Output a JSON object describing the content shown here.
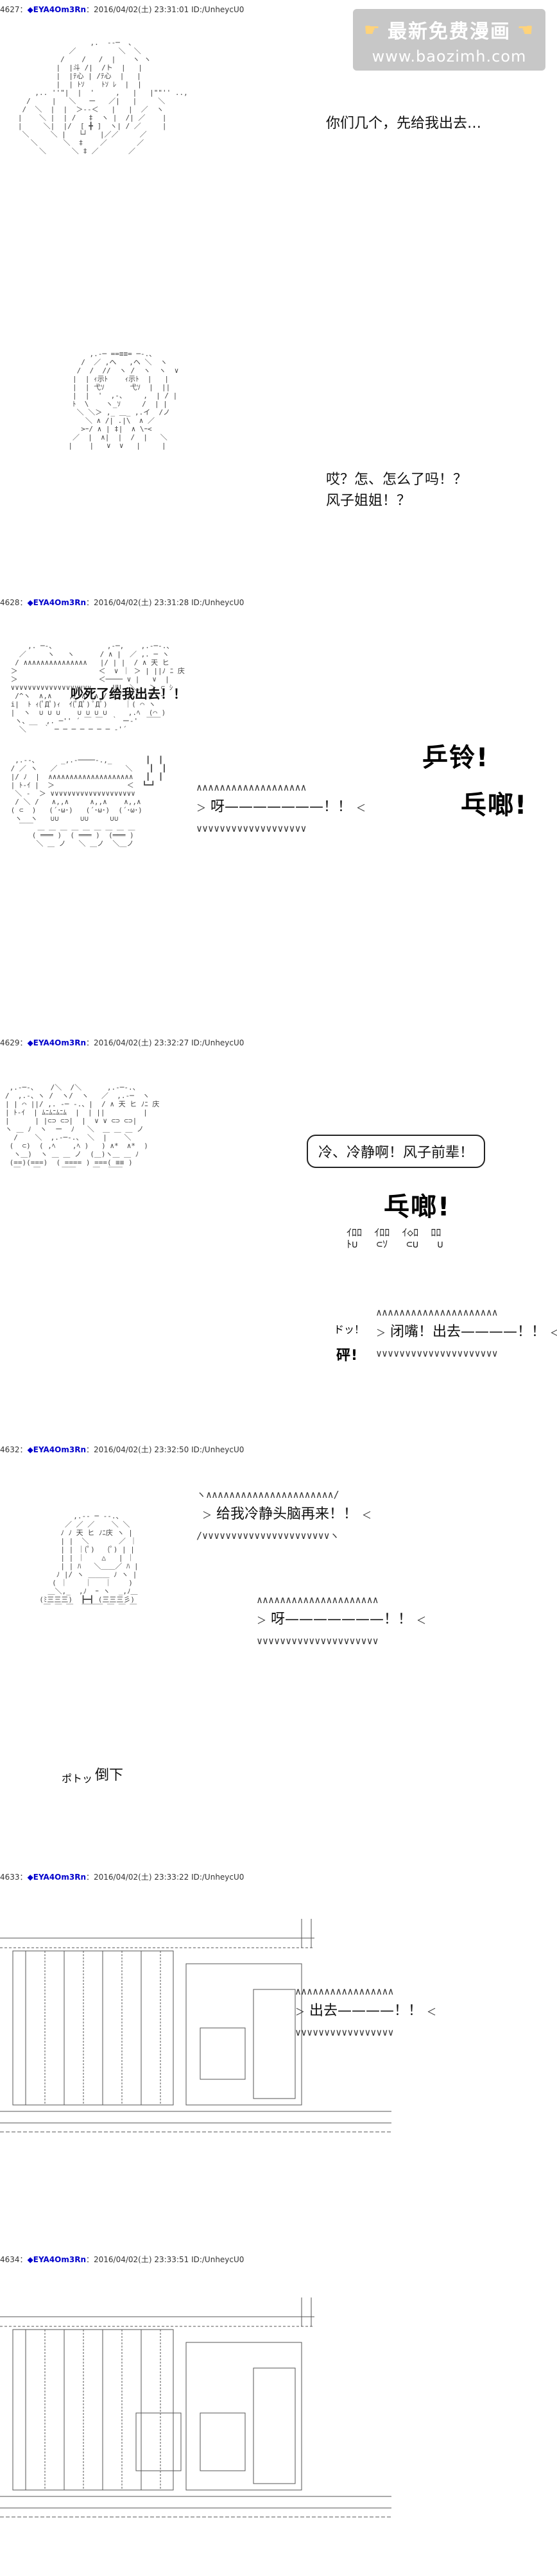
{
  "watermark": {
    "title": "最新免费漫画",
    "url": "www.baozimh.com",
    "icon": "pointing-hand-icon",
    "color": "#c7c7c7"
  },
  "posts": [
    {
      "number": "4627",
      "separator": "：",
      "name": "◆EYA4Om3Rn",
      "meta": "：2016/04/02(土) 23:31:01 ID:/UnheycU0",
      "lines": [
        "你们几个，先给我出去…",
        "哎？怎、怎么了吗！？\n风子姐姐！？"
      ]
    },
    {
      "number": "4628",
      "separator": "：",
      "name": "◆EYA4Om3Rn",
      "meta": "：2016/04/02(土) 23:31:28 ID:/UnheycU0",
      "shout": "吵死了给我出去！！",
      "cry": "呀———————！！",
      "sfx_big1": "乒铃!",
      "sfx_big2": "乓啷!"
    },
    {
      "number": "4629",
      "separator": "：",
      "name": "◆EYA4Om3Rn",
      "meta": "：2016/04/02(土) 23:32:27 ID:/UnheycU0",
      "bubble": "冷、冷静啊！风子前辈！",
      "sfx_big": "乓啷!",
      "shout": "闭嘴！出去————！！",
      "sfx_small1": "ドッ！",
      "sfx_small2": "砰!"
    },
    {
      "number": "4632",
      "separator": "：",
      "name": "◆EYA4Om3Rn",
      "meta": "：2016/04/02(土) 23:32:50 ID:/UnheycU0",
      "shout": "给我冷静头脑再来！！",
      "cry": "呀———————！！",
      "sfx_small": "ポトッ",
      "fall": "倒下"
    },
    {
      "number": "4633",
      "separator": "：",
      "name": "◆EYA4Om3Rn",
      "meta": "：2016/04/02(土) 23:33:22 ID:/UnheycU0",
      "shout": "出去————！！"
    },
    {
      "number": "4634",
      "separator": "：",
      "name": "◆EYA4Om3Rn",
      "meta": "：2016/04/02(土) 23:33:51 ID:/UnheycU0"
    }
  ]
}
